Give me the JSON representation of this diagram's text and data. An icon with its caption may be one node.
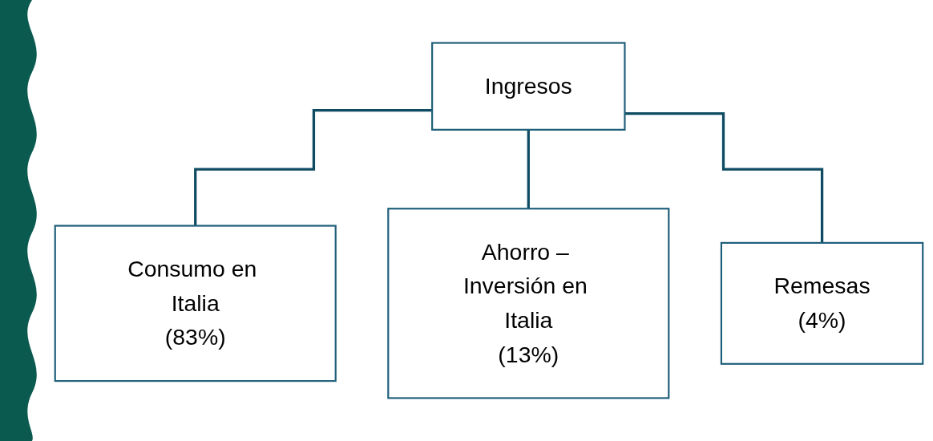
{
  "diagram": {
    "nodes": [
      {
        "text": [
          "Ingresos"
        ]
      },
      {
        "text": [
          "Consumo en Italia",
          "(83%)"
        ]
      },
      {
        "text": [
          "Ahorro – Inversión en Italia",
          "(13%)"
        ]
      },
      {
        "text": [
          "Remesas",
          "(4%)"
        ]
      }
    ],
    "edges": [
      {
        "from": 0,
        "to": 1,
        "arrow": "none"
      },
      {
        "from": 0,
        "to": 2,
        "arrow": "none"
      },
      {
        "from": 0,
        "to": 3,
        "arrow": "none"
      }
    ]
  }
}
